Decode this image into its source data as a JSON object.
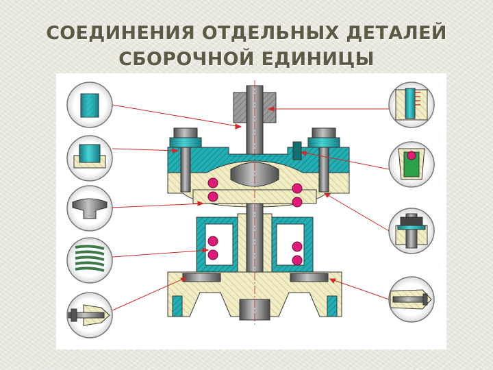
{
  "title": {
    "line1": "СОЕДИНЕНИЯ ОТДЕЛЬНЫХ ДЕТАЛЕЙ",
    "line2": "СБОРОЧНОЙ ЕДИНИЦЫ"
  },
  "colors": {
    "background": "#ecebe2",
    "title": "#5c5a45",
    "teal": "#1fb0b4",
    "gray_part": "#8a8a8a",
    "cream_section": "#f1ecc4",
    "spring_ball": "#e01a78",
    "leader_line": "#d02828"
  },
  "diagram": {
    "left_details": [
      "cylindrical-pin-detail",
      "bushing-detail",
      "rivet-detail",
      "spring-detail",
      "bolt-nut-detail"
    ],
    "right_details": [
      "screw-detail",
      "ball-spring-detail",
      "stud-nut-detail",
      "split-pin-detail"
    ]
  }
}
